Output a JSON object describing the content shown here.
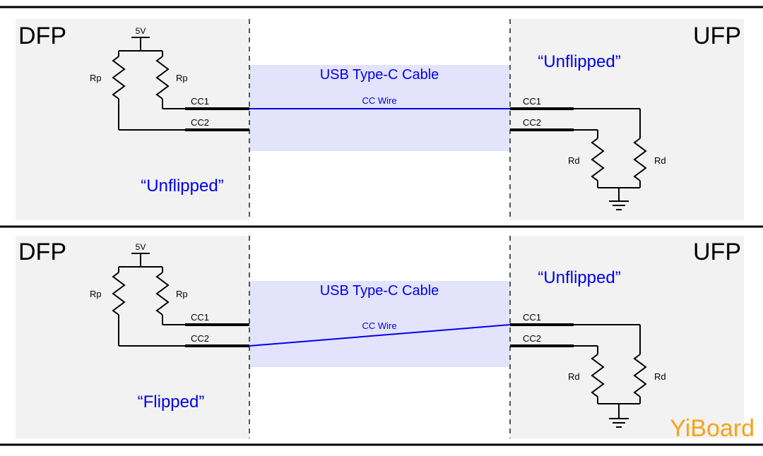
{
  "panels": [
    {
      "dfp_label": "DFP",
      "ufp_label": "UFP",
      "cable_label": "USB Type-C Cable",
      "wire_label": "CC Wire",
      "dfp_orientation": "“Unflipped”",
      "ufp_orientation": "“Unflipped”",
      "supply": "5V",
      "pullup_resistor": "Rp",
      "pulldown_resistor": "Rd",
      "pin_cc1": "CC1",
      "pin_cc2": "CC2",
      "flipped": false
    },
    {
      "dfp_label": "DFP",
      "ufp_label": "UFP",
      "cable_label": "USB Type-C Cable",
      "wire_label": "CC Wire",
      "dfp_orientation": "“Flipped”",
      "ufp_orientation": "“Unflipped”",
      "supply": "5V",
      "pullup_resistor": "Rp",
      "pulldown_resistor": "Rd",
      "pin_cc1": "CC1",
      "pin_cc2": "CC2",
      "flipped": true
    }
  ],
  "watermark": "YiBoard",
  "colors": {
    "wire": "#0000ee",
    "cable_band": "#e3e3fb",
    "side_panel": "#f2f2f2",
    "logo": "#f5a31a"
  }
}
